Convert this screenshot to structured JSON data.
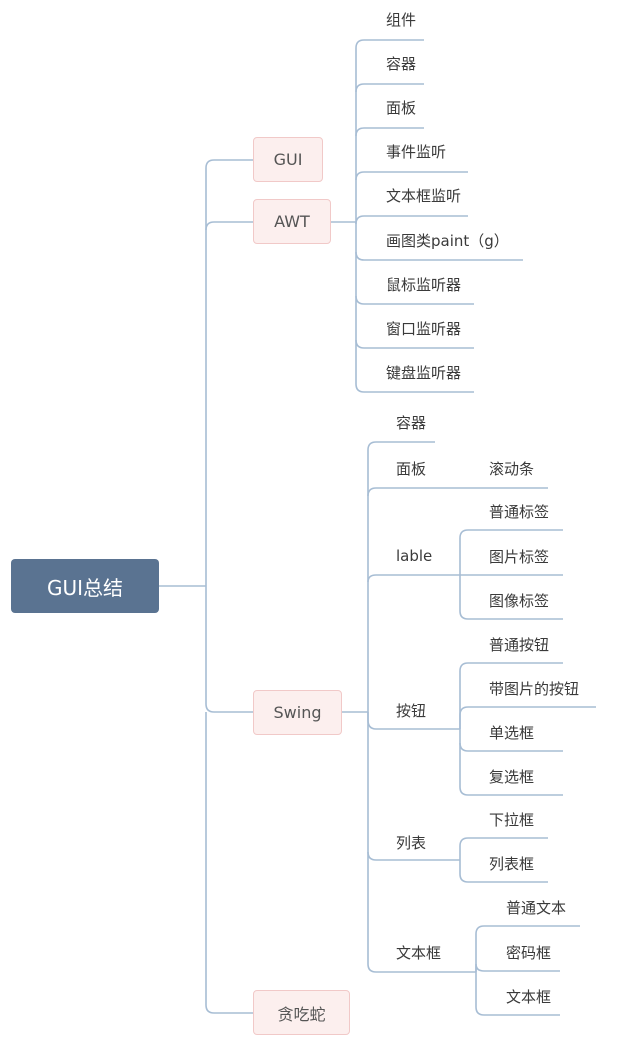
{
  "root": "GUI总结",
  "l1": {
    "gui": "GUI",
    "awt": "AWT",
    "swing": "Swing",
    "snake": "贪吃蛇"
  },
  "awt_children": [
    "组件",
    "容器",
    "面板",
    "事件监听",
    "文本框监听",
    "画图类paint（g）",
    "鼠标监听器",
    "窗口监听器",
    "键盘监听器"
  ],
  "swing": {
    "container": "容器",
    "panel": {
      "label": "面板",
      "children": [
        "滚动条"
      ]
    },
    "lable": {
      "label": "lable",
      "children": [
        "普通标签",
        "图片标签",
        "图像标签"
      ]
    },
    "button": {
      "label": "按钮",
      "children": [
        "普通按钮",
        "带图片的按钮",
        "单选框",
        "复选框"
      ]
    },
    "list": {
      "label": "列表",
      "children": [
        "下拉框",
        "列表框"
      ]
    },
    "textbox": {
      "label": "文本框",
      "children": [
        "普通文本",
        "密码框",
        "文本框"
      ]
    }
  },
  "colors": {
    "line": "#a7bdd4",
    "root_bg": "#5a7391",
    "l1_bg": "#fcefee",
    "l1_border": "#f1c9c8"
  }
}
